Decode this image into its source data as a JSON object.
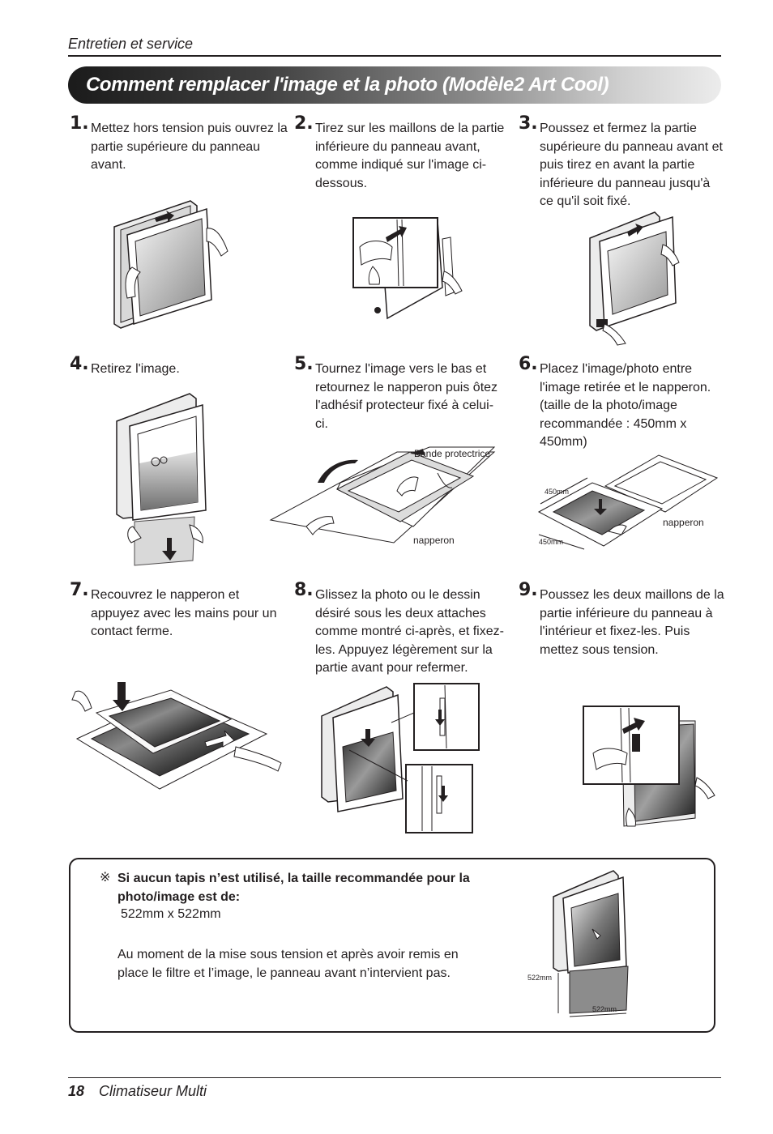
{
  "header": {
    "section": "Entretien et service"
  },
  "title": "Comment remplacer l'image et la photo (Modèle2 Art Cool)",
  "steps": [
    {
      "number": "1.",
      "text": "Mettez hors tension puis ouvrez la partie supérieure du panneau avant."
    },
    {
      "number": "2.",
      "text": "Tirez sur les maillons de la partie inférieure du panneau avant, comme indiqué sur l'image ci-dessous."
    },
    {
      "number": "3.",
      "text": "Poussez et fermez la partie supérieure du panneau avant et puis tirez en avant la partie inférieure du panneau jusqu'à ce qu'il soit fixé."
    },
    {
      "number": "4.",
      "text": "Retirez l'image."
    },
    {
      "number": "5.",
      "text": "Tournez l'image vers le bas et retournez le napperon puis ôtez l'adhésif protecteur fixé à celui-ci."
    },
    {
      "number": "6.",
      "text": "Placez l'image/photo entre l'image retirée et le napperon. (taille de la photo/image recommandée : 450mm x 450mm)"
    },
    {
      "number": "7.",
      "text": "Recouvrez le napperon et appuyez avec les mains pour un contact ferme."
    },
    {
      "number": "8.",
      "text": "Glissez la photo ou le dessin désiré sous les deux attaches comme montré ci-après, et fixez-les. Appuyez légèrement sur la partie avant pour refermer."
    },
    {
      "number": "9.",
      "text": "Poussez les deux maillons de la partie inférieure du panneau à l'intérieur et fixez-les. Puis mettez sous tension."
    }
  ],
  "labels": {
    "bande": "Bande protectrice",
    "napperon": "napperon",
    "size450": "450mm",
    "size522": "522mm"
  },
  "note": {
    "mark": "※",
    "bold": "Si aucun tapis n’est utilisé, la taille recommandée pour la photo/image est de:",
    "size": "522mm x 522mm",
    "text": "Au moment de la mise sous tension et après avoir remis en place le filtre et l’image, le panneau avant n’intervient pas."
  },
  "footer": {
    "page": "18",
    "title": "Climatiseur Multi"
  }
}
